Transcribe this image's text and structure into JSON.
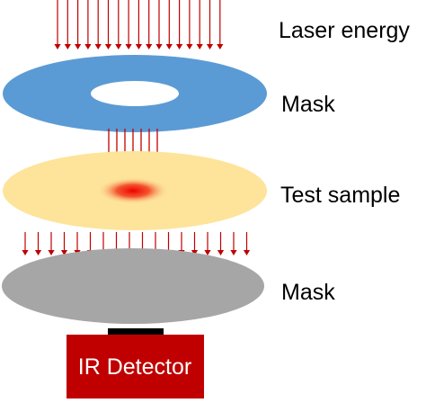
{
  "labels": {
    "laser_energy": "Laser energy",
    "mask_top": "Mask",
    "test_sample": "Test sample",
    "mask_bottom": "Mask",
    "detector": "IR Detector"
  },
  "colors": {
    "arrow": "#c00000",
    "mask_top": "#5b9bd5",
    "sample": "#fde49a",
    "hotspot": "#ee0000",
    "mask_bottom": "#a6a6a6",
    "detector": "#c00000",
    "detector_window": "#000000"
  },
  "icons": {
    "incident_arrows": "laser-beam-arrows",
    "transmitted_arrows": "transmitted-beam-arrows",
    "emitted_arrows": "emitted-ir-arrows"
  }
}
